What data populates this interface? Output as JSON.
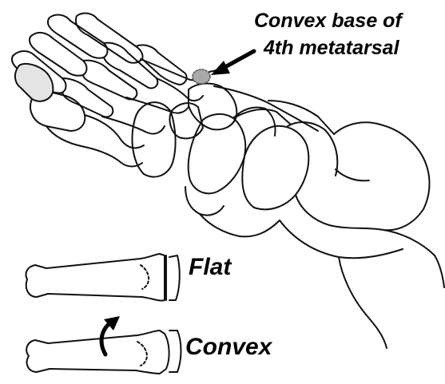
{
  "labels": {
    "callout_line1": "Convex base of",
    "callout_line2": "4th metatarsal",
    "flat": "Flat",
    "convex": "Convex"
  },
  "colors": {
    "line": "#111111",
    "highlight": "#a9a9a9",
    "shade": "#e4e4e4",
    "background": "#ffffff"
  }
}
